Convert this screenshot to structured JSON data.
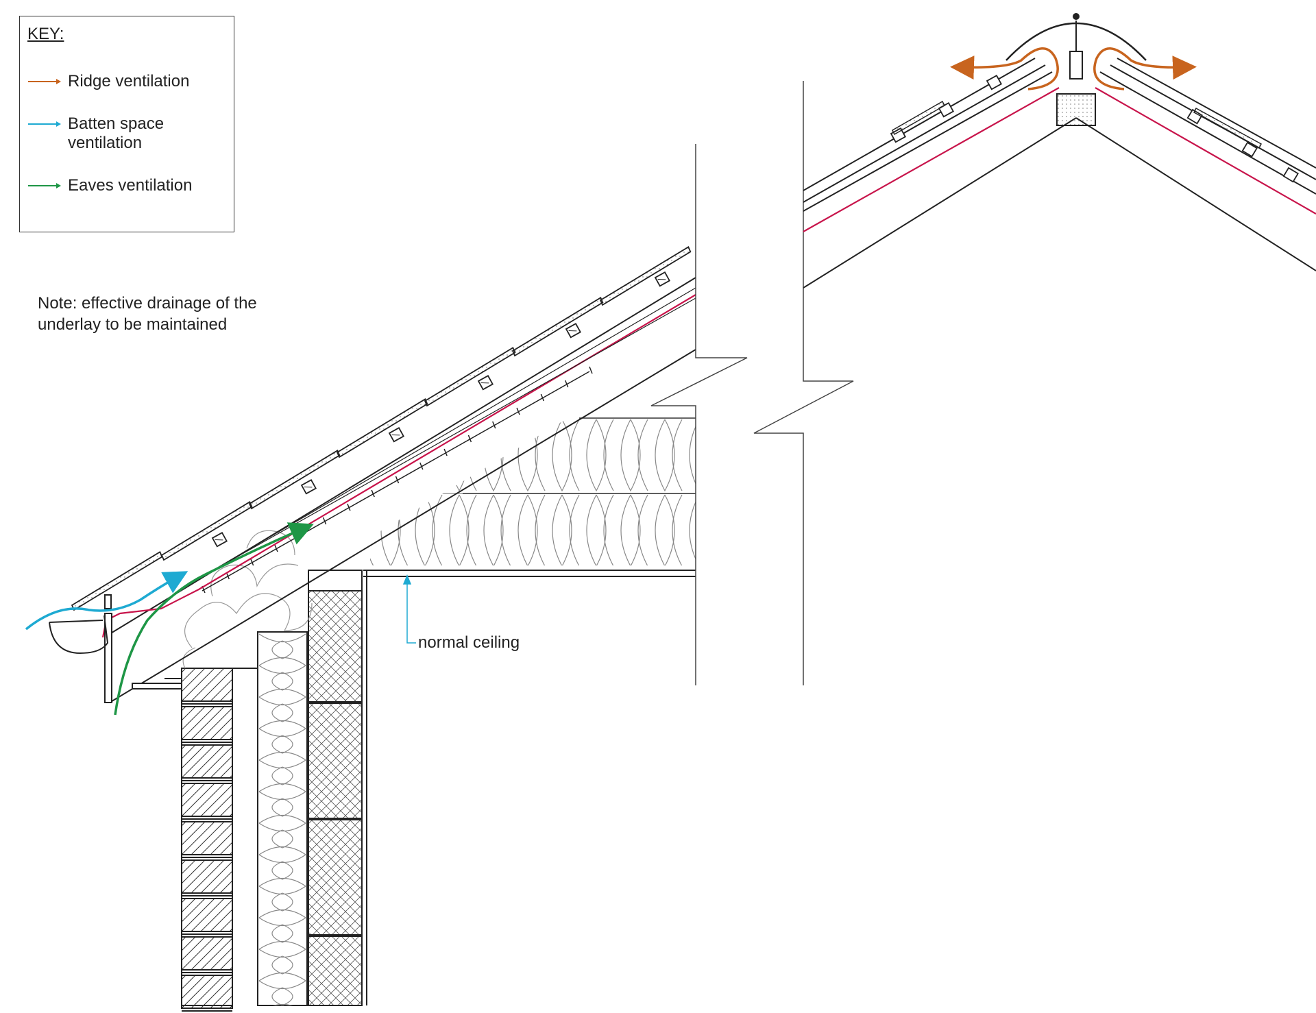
{
  "key": {
    "title": "KEY:",
    "items": [
      {
        "label_lines": [
          "Ridge ventilation"
        ],
        "color": "#c8641e"
      },
      {
        "label_lines": [
          "Batten space",
          "ventilation"
        ],
        "color": "#1eaad2"
      },
      {
        "label_lines": [
          "Eaves ventilation"
        ],
        "color": "#1e9646"
      }
    ]
  },
  "note": {
    "lines": [
      "Note: effective drainage of the",
      "underlay to be maintained"
    ]
  },
  "labels": {
    "normal_ceiling": "normal ceiling"
  },
  "colors": {
    "ridge_ventilation": "#c8641e",
    "batten_space_ventilation": "#1eaad2",
    "eaves_ventilation": "#1e9646",
    "underlay": "#c8144b",
    "line": "#222222"
  }
}
